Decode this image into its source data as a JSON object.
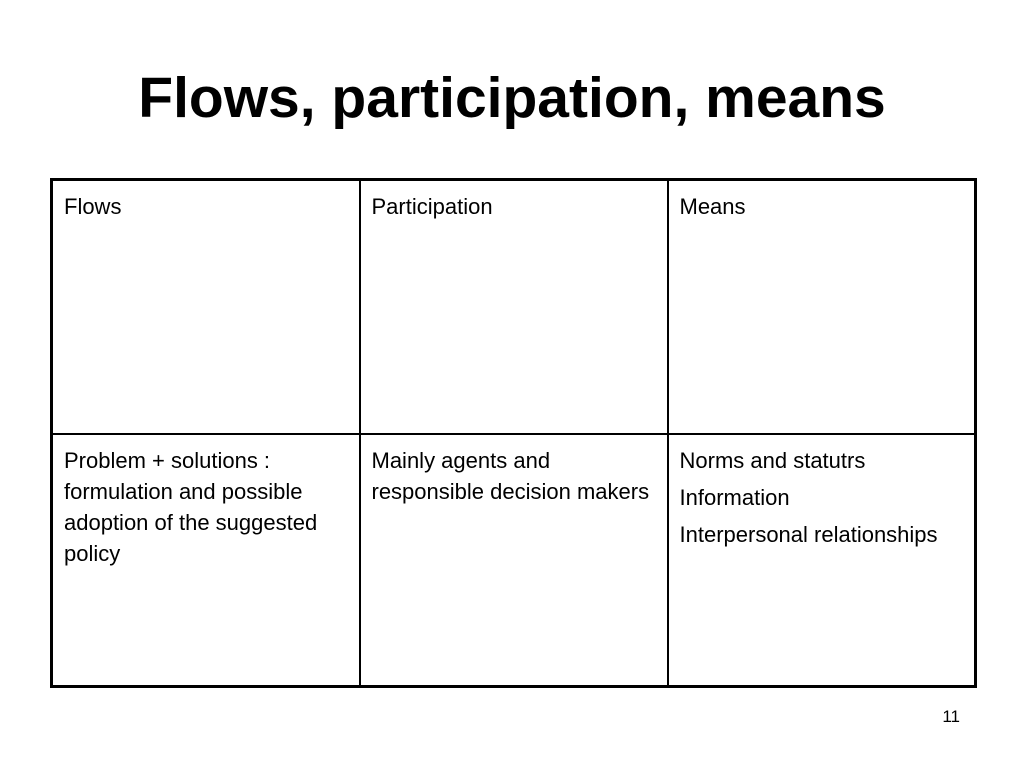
{
  "slide": {
    "title": "Flows, participation, means",
    "page_number": "11"
  },
  "table": {
    "headers": [
      "Flows",
      "Participation",
      "Means"
    ],
    "row": {
      "flows": "Problem + solutions : formulation and possible adoption of the suggested policy",
      "participation": "Mainly agents and responsible decision makers",
      "means": [
        "Norms and statutrs",
        "Information",
        "Interpersonal relationships"
      ]
    }
  }
}
